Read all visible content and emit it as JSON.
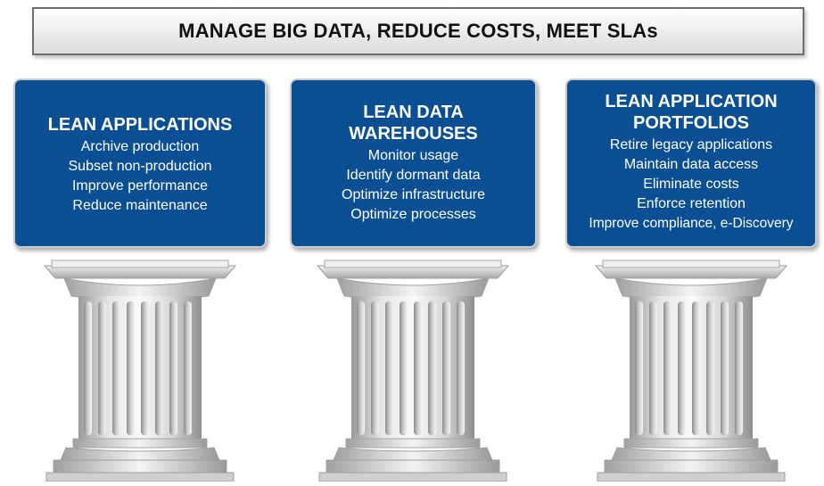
{
  "header": {
    "title": "MANAGE BIG DATA, REDUCE COSTS, MEET SLAs"
  },
  "colors": {
    "card_fill": "#0a4f93",
    "card_text": "#ffffff",
    "column_stone": "#d9d9d9"
  },
  "pillars": [
    {
      "title": "LEAN APPLICATIONS",
      "items": [
        "Archive production",
        "Subset non-production",
        "Improve performance",
        "Reduce maintenance"
      ],
      "icon": "column-icon"
    },
    {
      "title": "LEAN DATA WAREHOUSES",
      "items": [
        "Monitor usage",
        "Identify dormant data",
        "Optimize infrastructure",
        "Optimize processes"
      ],
      "icon": "column-icon"
    },
    {
      "title": "LEAN APPLICATION PORTFOLIOS",
      "items": [
        "Retire legacy applications",
        "Maintain data access",
        "Eliminate costs",
        "Enforce retention",
        "Improve compliance, e-Discovery"
      ],
      "icon": "column-icon"
    }
  ]
}
